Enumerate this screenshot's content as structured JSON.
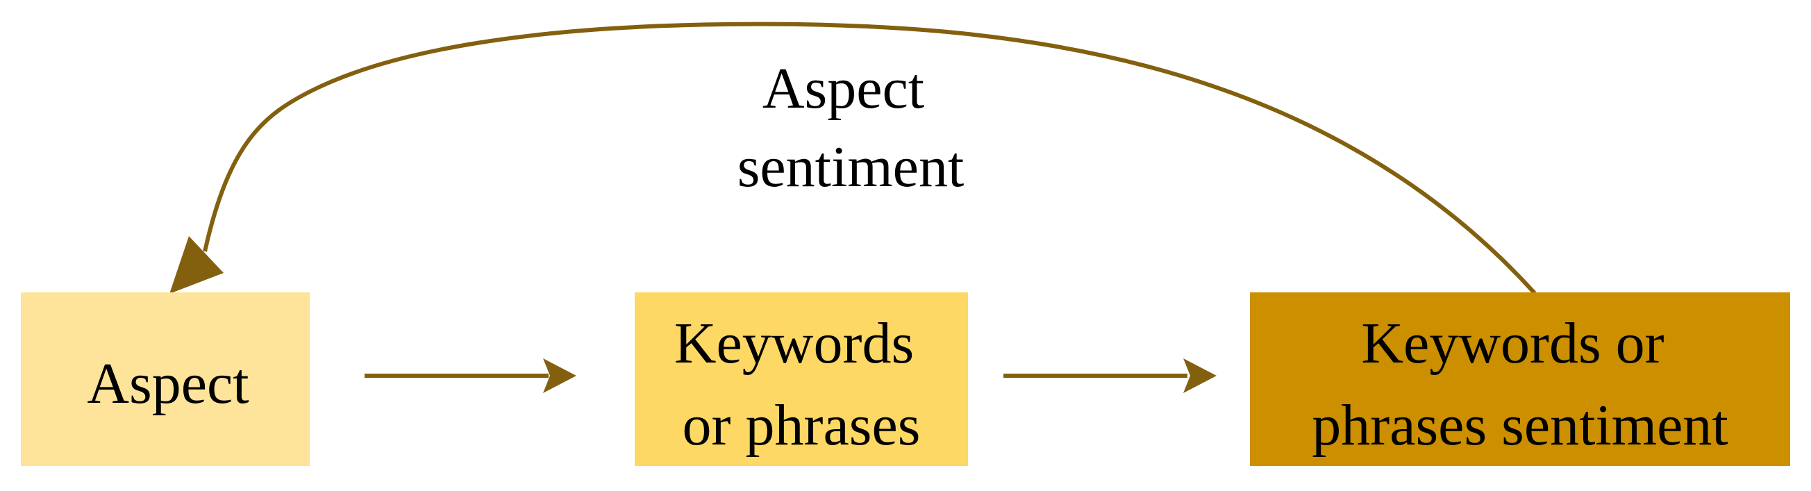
{
  "colors": {
    "node_aspect": "#fde49a",
    "node_keywords": "#fed864",
    "node_sentiment": "#cc8f00",
    "arrow": "#83600e",
    "text": "#000000"
  },
  "nodes": {
    "aspect": {
      "lines": [
        "Aspect"
      ]
    },
    "keywords": {
      "lines": [
        "Keywords",
        "or phrases"
      ]
    },
    "sentiment": {
      "lines": [
        "Keywords or",
        "phrases sentiment"
      ]
    }
  },
  "edges": {
    "feedback_label": [
      "Aspect",
      "sentiment"
    ]
  }
}
